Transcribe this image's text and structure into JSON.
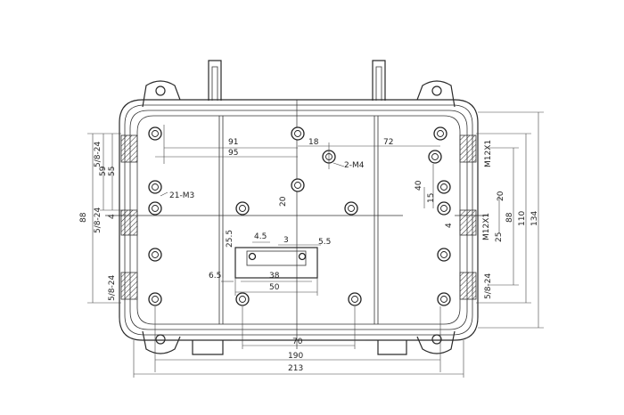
{
  "drawing": {
    "dims": {
      "d91": "91",
      "d95": "95",
      "d18": "18",
      "d72": "72",
      "m4": "2-M4",
      "m3": "21-M3",
      "d20a": "20",
      "d4_5": "4.5",
      "d3": "3",
      "d5_5": "5.5",
      "d25_5": "25.5",
      "d6_5": "6.5",
      "d38": "38",
      "d50": "50",
      "d70": "70",
      "d190": "190",
      "d213": "213",
      "d59": "59",
      "d55": "55",
      "d88": "88",
      "d4a": "4",
      "d4b": "4",
      "t1": "5/8-24",
      "t2": "5/8-24",
      "t3": "5/8-24",
      "t4": "5/8-24",
      "t5": "M12X1",
      "t6": "M12X1",
      "d40": "40",
      "d15": "15",
      "d20b": "20",
      "d25": "25",
      "d88r": "88",
      "d110": "110",
      "d134": "134"
    }
  }
}
